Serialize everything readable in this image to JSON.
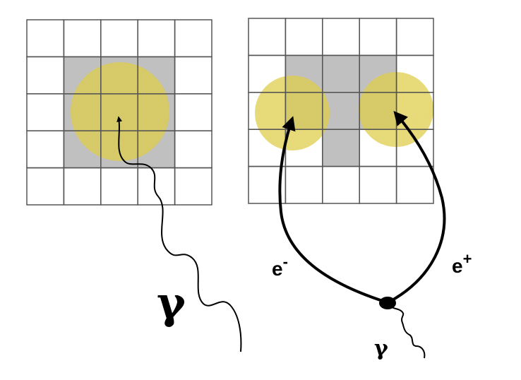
{
  "labels": {
    "photon_large": "γ",
    "photon_small": "γ",
    "electron": "e",
    "electron_charge": "-",
    "positron": "e",
    "positron_charge": "+"
  },
  "colors": {
    "background": "#ffffff",
    "grid_line": "#555555",
    "cell_hit": "#c0c0c0",
    "shower_blob": "#e8d64f",
    "track": "#000000"
  },
  "panels": {
    "left": {
      "rows": 5,
      "cols": 5,
      "hit_cells": [
        [
          1,
          1
        ],
        [
          1,
          2
        ],
        [
          1,
          3
        ],
        [
          2,
          1
        ],
        [
          2,
          2
        ],
        [
          2,
          3
        ],
        [
          3,
          1
        ],
        [
          3,
          2
        ],
        [
          3,
          3
        ]
      ]
    },
    "right": {
      "rows": 5,
      "cols": 5,
      "hit_cells": [
        [
          1,
          1
        ],
        [
          1,
          2
        ],
        [
          1,
          3
        ],
        [
          2,
          1
        ],
        [
          2,
          2
        ],
        [
          2,
          3
        ],
        [
          3,
          2
        ]
      ]
    }
  }
}
